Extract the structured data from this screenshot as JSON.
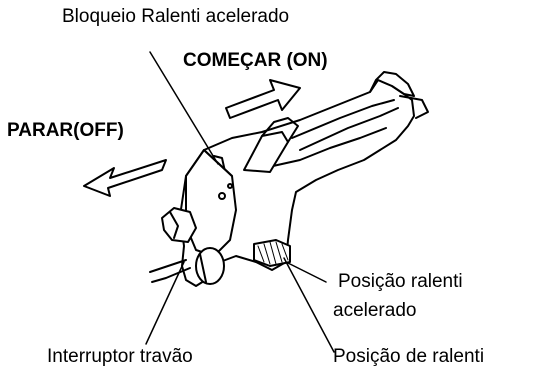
{
  "labels": {
    "idle_lock": "Bloqueio Ralenti acelerado",
    "start_on": "COMEÇAR (ON)",
    "stop_off": "PARAR(OFF)",
    "fast_idle_position_line1": "Posição ralenti",
    "fast_idle_position_line2": "acelerado",
    "stop_switch": "Interruptor travão",
    "idle_position": "Posição de ralenti"
  }
}
